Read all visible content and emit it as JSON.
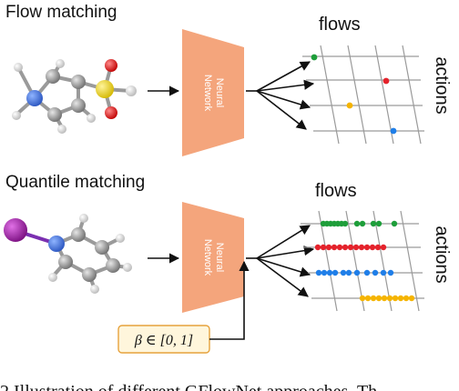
{
  "top_panel": {
    "title": "Flow matching",
    "network_label": "Neural\nNetwork",
    "flows_label": "flows",
    "actions_label": "actions"
  },
  "bottom_panel": {
    "title": "Quantile matching",
    "network_label": "Neural\nNetwork",
    "flows_label": "flows",
    "actions_label": "actions",
    "beta_label": "β ∈ [0, 1]"
  },
  "caption_fragment": "2  Illustration of different GFlowNet approaches. Th",
  "colors": {
    "network_fill": "#f4a57c",
    "beta_box_fill": "#fff6dc",
    "beta_box_stroke": "#e6a23c",
    "grid": "#9a9a9a",
    "green": "#1e9e3a",
    "red": "#e4222b",
    "orange": "#f5b400",
    "blue": "#1f7ee8",
    "purple": "#a21aa8",
    "nitrogen": "#3a6ed8",
    "carbon": "#8c8c8c",
    "hydrogen": "#ffffff",
    "oxygen": "#e01010",
    "sulfur": "#e8d21a"
  }
}
